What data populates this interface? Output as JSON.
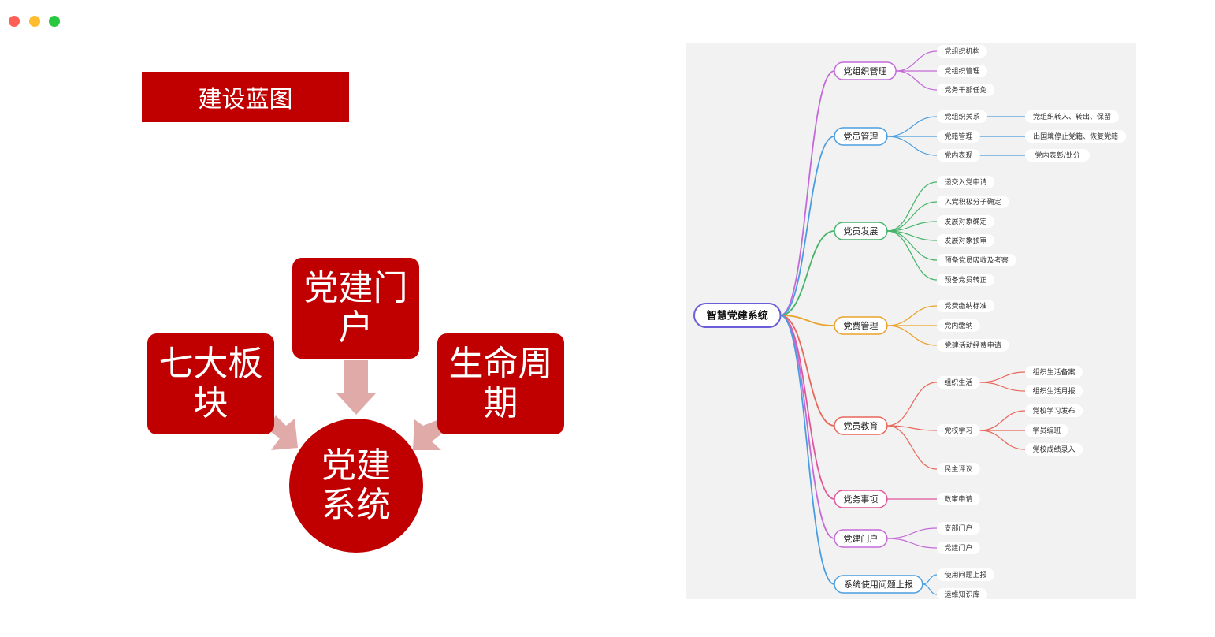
{
  "window": {
    "controls": [
      "close",
      "minimize",
      "maximize"
    ],
    "colors": {
      "close": "#ff5f57",
      "minimize": "#febc2e",
      "maximize": "#28c840"
    }
  },
  "title": "建设蓝图",
  "blocks": {
    "top": "党建门户",
    "left": "七大板块",
    "right": "生命周期",
    "center": "党建系统"
  },
  "colors": {
    "primary_red": "#c00000",
    "arrow_pink": "#dfaaa8"
  },
  "mindmap": {
    "root": "智慧党建系统",
    "branches": [
      {
        "label": "党组织管理",
        "color": "#c46ad8",
        "children": [
          {
            "label": "党组织机构"
          },
          {
            "label": "党组织管理"
          },
          {
            "label": "党务干部任免"
          }
        ]
      },
      {
        "label": "党员管理",
        "color": "#4a9ee0",
        "children": [
          {
            "label": "党组织关系",
            "children": [
              {
                "label": "党组织转入、转出、保留"
              }
            ]
          },
          {
            "label": "党籍管理",
            "children": [
              {
                "label": "出国境停止党籍、恢复党籍"
              }
            ]
          },
          {
            "label": "党内表现",
            "children": [
              {
                "label": "党内表彰/处分"
              }
            ]
          }
        ]
      },
      {
        "label": "党员发展",
        "color": "#46b46a",
        "children": [
          {
            "label": "递交入党申请"
          },
          {
            "label": "入党积极分子确定"
          },
          {
            "label": "发展对象确定"
          },
          {
            "label": "发展对象预审"
          },
          {
            "label": "预备党员吸收及考察"
          },
          {
            "label": "预备党员转正"
          }
        ]
      },
      {
        "label": "党费管理",
        "color": "#eaa22a",
        "children": [
          {
            "label": "党费缴纳标准"
          },
          {
            "label": "党内缴纳"
          },
          {
            "label": "党建活动经费申请"
          }
        ]
      },
      {
        "label": "党员教育",
        "color": "#e8675a",
        "children": [
          {
            "label": "组织生活",
            "children": [
              {
                "label": "组织生活备案"
              },
              {
                "label": "组织生活月报"
              }
            ]
          },
          {
            "label": "党校学习",
            "children": [
              {
                "label": "党校学习发布"
              },
              {
                "label": "学员编班"
              },
              {
                "label": "党校成绩录入"
              }
            ]
          },
          {
            "label": "民主评议"
          }
        ]
      },
      {
        "label": "党务事项",
        "color": "#e0569a",
        "children": [
          {
            "label": "政审申请"
          }
        ]
      },
      {
        "label": "党建门户",
        "color": "#c46ad8",
        "children": [
          {
            "label": "支部门户"
          },
          {
            "label": "党建门户"
          }
        ]
      },
      {
        "label": "系统使用问题上报",
        "color": "#4a9ee0",
        "children": [
          {
            "label": "使用问题上报"
          },
          {
            "label": "运维知识库"
          }
        ]
      }
    ]
  }
}
